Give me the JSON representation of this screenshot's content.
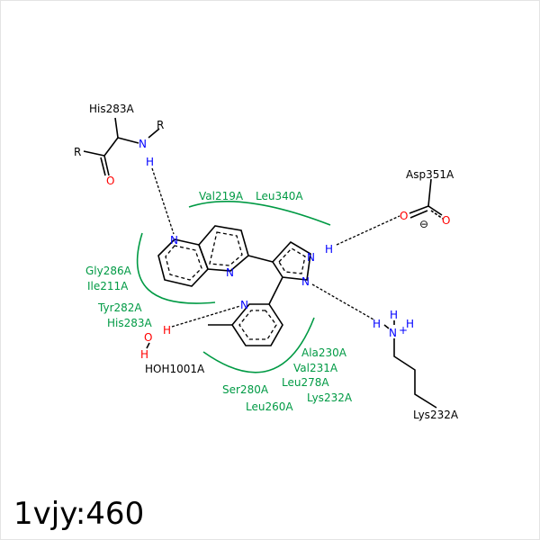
{
  "title": "1vjy:460",
  "atoms": {
    "N": "N",
    "O": "O",
    "H": "H",
    "R": "R",
    "minus": "⊖",
    "plus": "+"
  },
  "residues": {
    "his283_backbone": "His283A",
    "asp351": "Asp351A",
    "lys232": "Lys232A",
    "water": "HOH1001A"
  },
  "hydrophobic_labels": [
    "Val219A",
    "Leu340A",
    "Gly286A",
    "Ile211A",
    "Tyr282A",
    "His283A",
    "Ala230A",
    "Val231A",
    "Leu278A",
    "Ser280A",
    "Lys232A",
    "Leu260A"
  ],
  "colors": {
    "hydrophobic": "#009a44",
    "nitrogen": "#0000ff",
    "oxygen": "#ff0000"
  }
}
